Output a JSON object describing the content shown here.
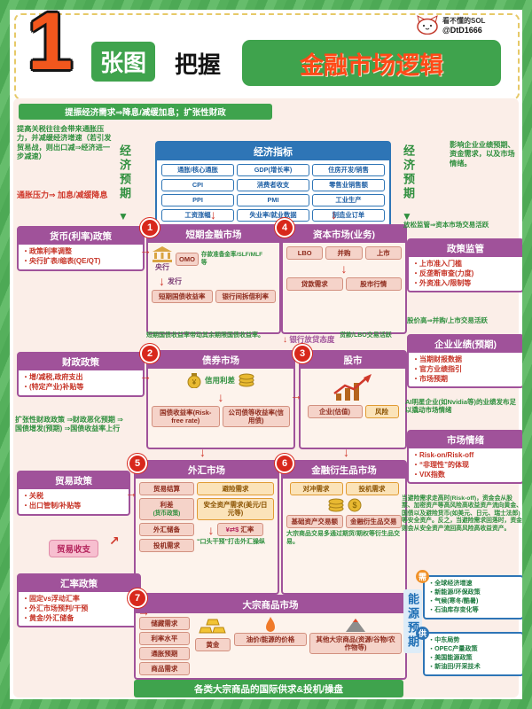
{
  "glyphs": {
    "right": "→",
    "down": "↓",
    "down_tri": "▼",
    "up_right": "↗",
    "swap": "⇄"
  },
  "header": {
    "number": "1",
    "word_zhangtu": "张图",
    "word_bawo": "把握",
    "title": "金融市场逻辑",
    "logo_name": "看不懂的SOL",
    "logo_handle": "@DtD1666"
  },
  "left": {
    "banner": "提振经济需求⇒降息/减缓加息；扩张性财政",
    "tariff_note": "提高关税往往会带来通胀压力，并减缓经济增速（若引发贸易战，则出口减⇒经济进一步减速）",
    "econ_expectation": "经济预期",
    "inflation_note": "通胀压力⇒ 加息/减缓降息",
    "monetary": {
      "title": "货币(利率)政策",
      "items": [
        "政策利率调整",
        "央行扩表/缩表(QE/QT)"
      ]
    },
    "fiscal": {
      "title": "财政政策",
      "items": [
        "增/减税,政府支出",
        "(特定产业)补贴等"
      ]
    },
    "fiscal_note": "扩张性财政政策 ⇒财政恶化预期 ⇒国债增发(预期) ⇒国债收益率上行",
    "trade": {
      "title": "贸易政策",
      "items": [
        "关税",
        "出口管制/补贴等"
      ]
    },
    "trade_balance": "贸易收支",
    "fx_policy": {
      "title": "汇率政策",
      "items": [
        "固定vs浮动汇率",
        "外汇市场预判/干预",
        "黄金/外汇储备"
      ]
    }
  },
  "indicators": {
    "title": "经济指标",
    "col1": [
      "通胀/核心通胀",
      "CPI",
      "PPI",
      "工资涨幅"
    ],
    "col2": [
      "GDP(增长率)",
      "消费者收支",
      "PMI",
      "失业率/就业数据"
    ],
    "col3": [
      "住房开发/销售",
      "零售业销售额",
      "工业生产",
      "制造业订单"
    ]
  },
  "markets": {
    "m1": {
      "num": "1",
      "title": "短期金融市场",
      "central_bank": "央行",
      "omo": "OMO",
      "tools": "存款准备金率/SLF/MLF等",
      "issue": "发行",
      "short_bond": "短期国债收益率",
      "interbank": "银行间拆借利率",
      "note": "短期国债收益率带动其余期限国债收益率。",
      "bank_attitude": "银行放贷态度"
    },
    "m4": {
      "num": "4",
      "title": "资本市场(业务)",
      "deal1": "LBO",
      "deal2": "并购",
      "deal3": "上市",
      "loan_demand": "贷款需求",
      "stock_market": "股市行情",
      "note_top": "放松监管⇒资本市场交易活跃",
      "note_loan": "贷款/LBO交易活跃",
      "note_ma": "股价高⇒并购/上市交易活跃"
    },
    "m2": {
      "num": "2",
      "title": "债券市场",
      "credit_spread": "信用利差",
      "govt_bond": "国债收益率(Risk-free rate)",
      "corp_bond": "公司债等收益率(信用债)"
    },
    "m3": {
      "num": "3",
      "title": "股市",
      "valuation": "企业(估值)",
      "risk": "风险"
    },
    "m5": {
      "num": "5",
      "title": "外汇市场",
      "trade_settlement": "贸易结算",
      "spread": "利差",
      "spread_sub": "(货币政策)",
      "reserves": "外汇储备",
      "speculation": "投机需求",
      "haven": "避险需求",
      "safe_assets": "安全资产需求(美元/日元等)",
      "rate": "汇率",
      "rate_icon": "¥⇄$",
      "note": "“口头干预”打击外汇操纵"
    },
    "m6": {
      "num": "6",
      "title": "金融衍生品市场",
      "hedge_demand": "对冲需求",
      "spec_demand": "投机需求",
      "underlying": "基础资产交易额",
      "deriv_trade": "金融衍生品交易",
      "note": "大宗商品交易多通过期货/期权等衍生品交易。"
    },
    "m7": {
      "num": "7",
      "title": "大宗商品市场",
      "d1": "储藏需求",
      "d2": "利率水平",
      "d3": "通胀预期",
      "d4": "商品需求",
      "gold": "黄金",
      "oil": "油价/能源的价格",
      "others": "其他大宗商品(资源/谷物/农作物等)"
    }
  },
  "right": {
    "econ_expectation": "经济预期",
    "influence_note": "影响企业业绩预期、资金需求，以及市场情绪。",
    "regulation": {
      "title": "政策监管",
      "items": [
        "上市准入门槛",
        "反垄断审查(力度)",
        "外资准入/限制等"
      ]
    },
    "earnings": {
      "title": "企业业绩(预期)",
      "items": [
        "当期财报数据",
        "官方业绩指引",
        "市场预期"
      ]
    },
    "nvidia_note": "AI明星企业(如Nvidia等)的业绩发布足以撬动市场情绪",
    "sentiment": {
      "title": "市场情绪",
      "items": [
        "Risk-on/Risk-off",
        "“非理性”的体现",
        "VIX指数"
      ]
    },
    "riskoff_note": "当避险需求走高时(Risk-off)，资金会从股票、加密资产等高风险高收益资产流向黄金、国债以及避险货币(如美元、日元、瑞士法郎)等安全资产。反之，当避险需求回落时，资金则会从安全资产流回高风险高收益资产。",
    "energy": {
      "label": "能源预期",
      "demand_badge": "需",
      "supply_badge": "供",
      "demand_items": [
        "全球经济增速",
        "新能源/环保政策",
        "气候(寒冬/酷暑)",
        "石油库存变化等"
      ],
      "supply_items": [
        "中东局势",
        "OPEC产量政策",
        "美国能源政策",
        "新油田/开采技术"
      ]
    }
  },
  "bottom_banner": "各类大宗商品的国际供求&投机/操盘"
}
